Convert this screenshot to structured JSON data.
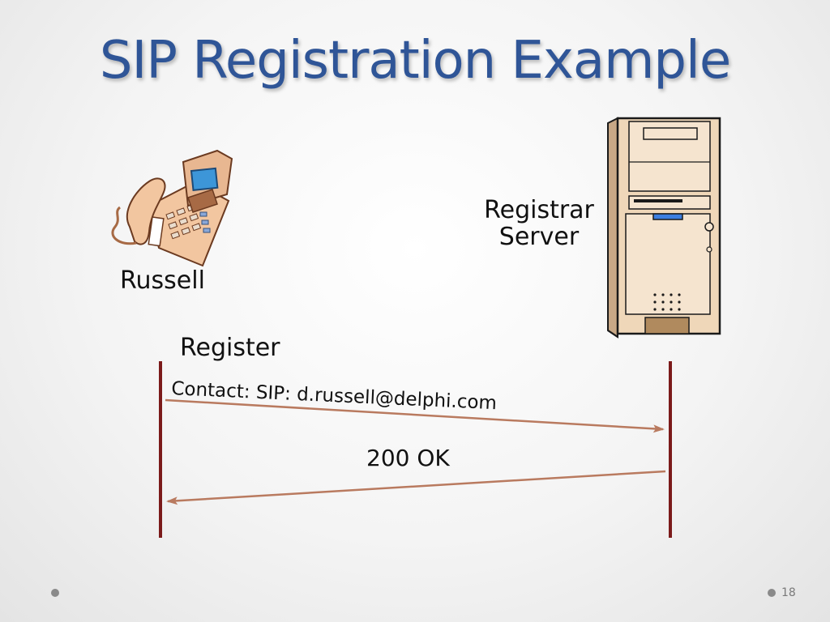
{
  "slide": {
    "title": "SIP Registration Example",
    "page_number": "18"
  },
  "participants": {
    "client": "Russell",
    "server_line1": "Registrar",
    "server_line2": "Server"
  },
  "messages": {
    "request": "Register",
    "request_header": "Contact: SIP: d.russell@delphi.com",
    "response": "200 OK"
  },
  "colors": {
    "title": "#2f5597",
    "lifeline": "#7b1a1a",
    "arrow": "#b97a5f"
  }
}
